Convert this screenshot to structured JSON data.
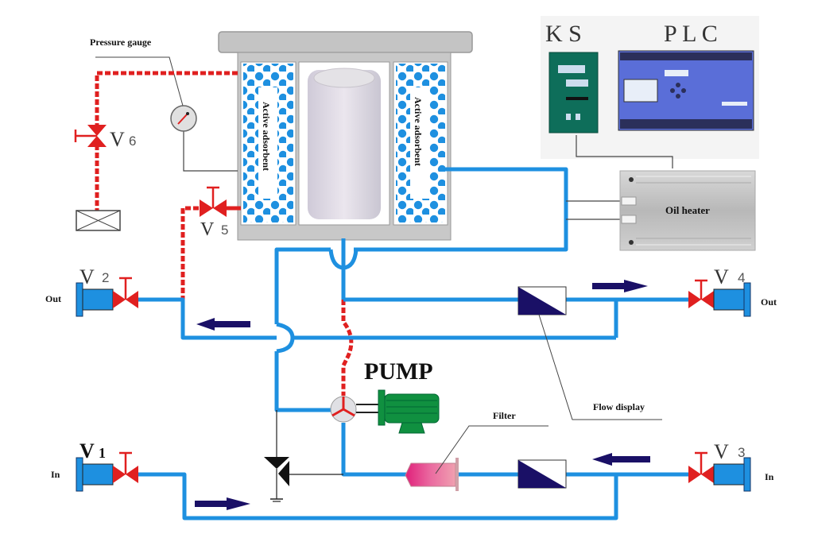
{
  "diagram": {
    "title": "Oil purification / adsorption system schematic",
    "labels": {
      "pressure_gauge": "Pressure gauge",
      "active_adsorbent_left": "Active adsorbent",
      "active_adsorbent_right": "Active adsorbent",
      "ks": "K S",
      "plc": "P L C",
      "oil_heater": "Oil heater",
      "pump": "PUMP",
      "filter": "Filter",
      "flow_display": "Flow display"
    },
    "valves": [
      {
        "id": "V1",
        "letter": "V",
        "number": "1",
        "port_label": "In"
      },
      {
        "id": "V2",
        "letter": "V",
        "number": "2",
        "port_label": "Out"
      },
      {
        "id": "V3",
        "letter": "V",
        "number": "3",
        "port_label": "In"
      },
      {
        "id": "V4",
        "letter": "V",
        "number": "4",
        "port_label": "Out"
      },
      {
        "id": "V5",
        "letter": "V",
        "number": "5"
      },
      {
        "id": "V6",
        "letter": "V",
        "number": "6"
      }
    ],
    "colors": {
      "oil_pipe": "#1e90e0",
      "vacuum_line": "#e02020",
      "valve": "#e02020",
      "port": "#1e90e0",
      "flow_arrow": "#1a1066",
      "flowmeter": "#1a1066",
      "adsorbent_bead": "#1e90e0",
      "motor": "#109040",
      "filter": "#e05090",
      "plc_body": "#5a6ed8",
      "ks_body": "#0e6e5a"
    }
  }
}
